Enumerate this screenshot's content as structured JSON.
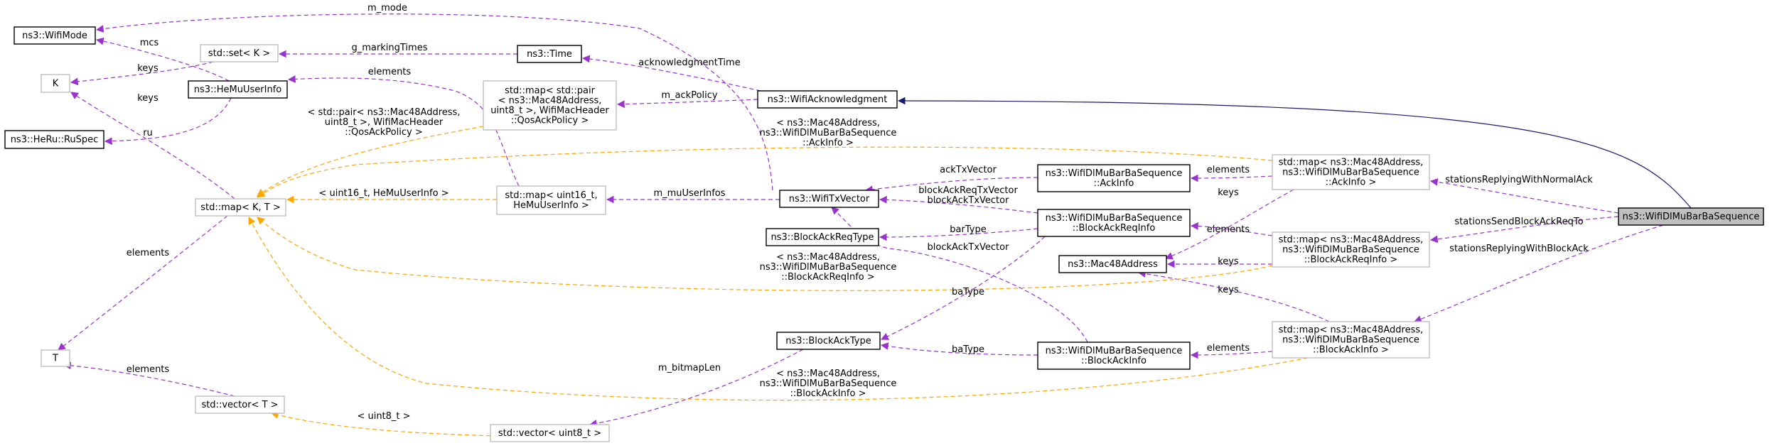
{
  "colors": {
    "uses_edge": "#9a32cd",
    "template_edge": "#ffa500",
    "inherit_edge": "#191970",
    "documented_border": "#000000",
    "undocumented_border": "#bfbfbf",
    "highlight_fill": "#bfbfbf"
  },
  "nodes": [
    {
      "id": "wifimode",
      "lines": [
        "ns3::WifiMode"
      ],
      "documented": true
    },
    {
      "id": "K",
      "lines": [
        "K"
      ],
      "documented": false
    },
    {
      "id": "ruspec",
      "lines": [
        "ns3::HeRu::RuSpec"
      ],
      "documented": true
    },
    {
      "id": "setK",
      "lines": [
        "std::set< K >"
      ],
      "documented": false
    },
    {
      "id": "hemuuserinfo",
      "lines": [
        "ns3::HeMuUserInfo"
      ],
      "documented": true
    },
    {
      "id": "time",
      "lines": [
        "ns3::Time"
      ],
      "documented": true
    },
    {
      "id": "mapPair",
      "lines": [
        "std::map< std::pair",
        "< ns3::Mac48Address,",
        "uint8_t >, WifiMacHeader",
        "::QosAckPolicy >"
      ],
      "documented": false
    },
    {
      "id": "wifiack",
      "lines": [
        "ns3::WifiAcknowledgment"
      ],
      "documented": true
    },
    {
      "id": "mapKT",
      "lines": [
        "std::map< K, T >"
      ],
      "documented": false
    },
    {
      "id": "mapUint16",
      "lines": [
        "std::map< uint16_t,",
        "HeMuUserInfo >"
      ],
      "documented": false
    },
    {
      "id": "wifitxvector",
      "lines": [
        "ns3::WifiTxVector"
      ],
      "documented": true
    },
    {
      "id": "blockackreqtype",
      "lines": [
        "ns3::BlockAckReqType"
      ],
      "documented": true
    },
    {
      "id": "ackinfo",
      "lines": [
        "ns3::WifiDlMuBarBaSequence",
        "::AckInfo"
      ],
      "documented": true
    },
    {
      "id": "blockackreqinfo",
      "lines": [
        "ns3::WifiDlMuBarBaSequence",
        "::BlockAckReqInfo"
      ],
      "documented": true
    },
    {
      "id": "mac48",
      "lines": [
        "ns3::Mac48Address"
      ],
      "documented": true
    },
    {
      "id": "mapAckInfo",
      "lines": [
        "std::map< ns3::Mac48Address,",
        "ns3::WifiDlMuBarBaSequence",
        "::AckInfo >"
      ],
      "documented": false
    },
    {
      "id": "mapBarInfo",
      "lines": [
        "std::map< ns3::Mac48Address,",
        "ns3::WifiDlMuBarBaSequence",
        "::BlockAckReqInfo >"
      ],
      "documented": false
    },
    {
      "id": "mapBaInfo",
      "lines": [
        "std::map< ns3::Mac48Address,",
        "ns3::WifiDlMuBarBaSequence",
        "::BlockAckInfo >"
      ],
      "documented": false
    },
    {
      "id": "main",
      "lines": [
        "ns3::WifiDlMuBarBaSequence"
      ],
      "documented": true,
      "highlight": true
    },
    {
      "id": "T",
      "lines": [
        "T"
      ],
      "documented": false
    },
    {
      "id": "vectorT",
      "lines": [
        "std::vector< T >"
      ],
      "documented": false
    },
    {
      "id": "blockacktype",
      "lines": [
        "ns3::BlockAckType"
      ],
      "documented": true
    },
    {
      "id": "blockackinfo",
      "lines": [
        "ns3::WifiDlMuBarBaSequence",
        "::BlockAckInfo"
      ],
      "documented": true
    },
    {
      "id": "vectorUint8",
      "lines": [
        "std::vector< uint8_t >"
      ],
      "documented": false
    }
  ],
  "edges": [
    {
      "id": "e-mmode",
      "kind": "uses",
      "label": [
        "m_mode"
      ]
    },
    {
      "id": "e-mcs",
      "kind": "uses",
      "label": [
        "mcs"
      ]
    },
    {
      "id": "e-keys-set",
      "kind": "uses",
      "label": [
        "keys"
      ]
    },
    {
      "id": "e-gmarking",
      "kind": "uses",
      "label": [
        "g_markingTimes"
      ]
    },
    {
      "id": "e-keys-map",
      "kind": "uses",
      "label": [
        "keys"
      ]
    },
    {
      "id": "e-ru",
      "kind": "uses",
      "label": [
        "ru"
      ]
    },
    {
      "id": "e-elements-hemu",
      "kind": "uses",
      "label": [
        "elements"
      ]
    },
    {
      "id": "e-acktime",
      "kind": "uses",
      "label": [
        "acknowledgmentTime"
      ]
    },
    {
      "id": "e-ackpolicy",
      "kind": "uses",
      "label": [
        "m_ackPolicy"
      ]
    },
    {
      "id": "e-inherit",
      "kind": "inherit",
      "label": []
    },
    {
      "id": "e-tmpl-pair",
      "kind": "template",
      "label": [
        "< std::pair< ns3::Mac48Address,",
        "uint8_t >, WifiMacHeader",
        "::QosAckPolicy >"
      ]
    },
    {
      "id": "e-tmpl-ackinfo",
      "kind": "template",
      "label": [
        "< ns3::Mac48Address,",
        "ns3::WifiDlMuBarBaSequence",
        "::AckInfo >"
      ]
    },
    {
      "id": "e-tmpl-u16",
      "kind": "template",
      "label": [
        "< uint16_t, HeMuUserInfo >"
      ]
    },
    {
      "id": "e-mmuuser",
      "kind": "uses",
      "label": [
        "m_muUserInfos"
      ]
    },
    {
      "id": "e-acktxvector",
      "kind": "uses",
      "label": [
        "ackTxVector"
      ]
    },
    {
      "id": "e-barreqtx",
      "kind": "uses",
      "label": [
        "blockAckReqTxVector",
        "blockAckTxVector"
      ]
    },
    {
      "id": "e-bartype",
      "kind": "uses",
      "label": [
        "barType"
      ]
    },
    {
      "id": "e-batxvector",
      "kind": "uses",
      "label": [
        "blockAckTxVector"
      ]
    },
    {
      "id": "e-el-ackinfo",
      "kind": "uses",
      "label": [
        "elements"
      ]
    },
    {
      "id": "e-el-barinfo",
      "kind": "uses",
      "label": [
        "elements"
      ]
    },
    {
      "id": "e-keys-ack",
      "kind": "uses",
      "label": [
        "keys"
      ]
    },
    {
      "id": "e-keys-bar",
      "kind": "uses",
      "label": [
        "keys"
      ]
    },
    {
      "id": "e-keys-ba",
      "kind": "uses",
      "label": [
        "keys"
      ]
    },
    {
      "id": "e-stations-normal",
      "kind": "uses",
      "label": [
        "stationsReplyingWithNormalAck"
      ]
    },
    {
      "id": "e-stations-send",
      "kind": "uses",
      "label": [
        "stationsSendBlockAckReqTo"
      ]
    },
    {
      "id": "e-stations-ba",
      "kind": "uses",
      "label": [
        "stationsReplyingWithBlockAck"
      ]
    },
    {
      "id": "e-tmpl-barinfo",
      "kind": "template",
      "label": [
        "< ns3::Mac48Address,",
        "ns3::WifiDlMuBarBaSequence",
        "::BlockAckReqInfo >"
      ]
    },
    {
      "id": "e-elements-T",
      "kind": "uses",
      "label": [
        "elements"
      ]
    },
    {
      "id": "e-elements-vec",
      "kind": "uses",
      "label": [
        "elements"
      ]
    },
    {
      "id": "e-tmpl-bainfo",
      "kind": "template",
      "label": [
        "< ns3::Mac48Address,",
        "ns3::WifiDlMuBarBaSequence",
        "::BlockAckInfo >"
      ]
    },
    {
      "id": "e-batype1",
      "kind": "uses",
      "label": [
        "baType"
      ]
    },
    {
      "id": "e-batype2",
      "kind": "uses",
      "label": [
        "baType"
      ]
    },
    {
      "id": "e-el-bainfo",
      "kind": "uses",
      "label": [
        "elements"
      ]
    },
    {
      "id": "e-bitmaplen",
      "kind": "uses",
      "label": [
        "m_bitmapLen"
      ]
    },
    {
      "id": "e-tmpl-u8",
      "kind": "template",
      "label": [
        "< uint8_t >"
      ]
    }
  ]
}
